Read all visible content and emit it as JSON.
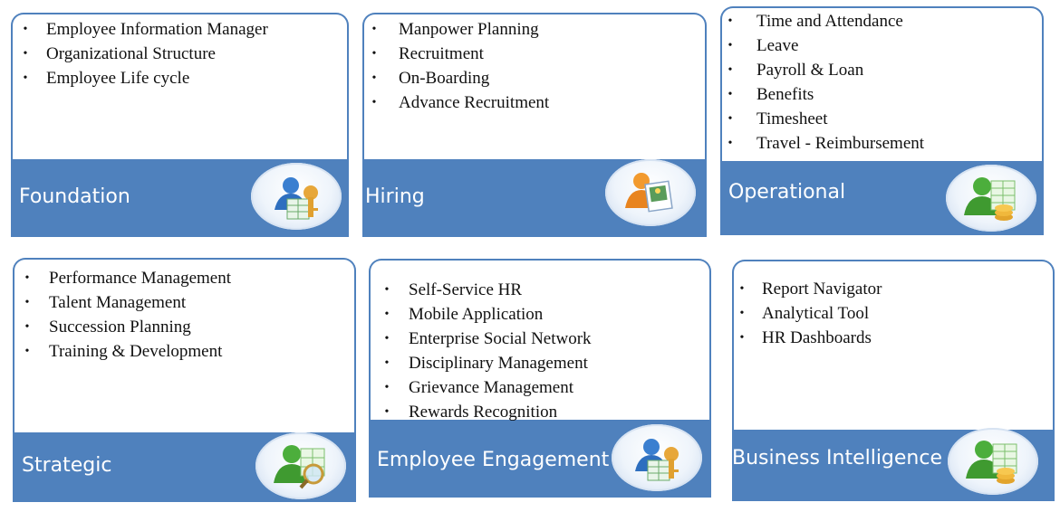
{
  "modules": [
    {
      "title": "Foundation",
      "icon": "user-key-icon",
      "items": [
        "Employee Information Manager",
        "Organizational Structure",
        "Employee Life cycle"
      ]
    },
    {
      "title": "Hiring",
      "icon": "user-photo-icon",
      "items": [
        "Manpower Planning",
        "Recruitment",
        "On-Boarding",
        "Advance Recruitment"
      ]
    },
    {
      "title": "Operational",
      "icon": "user-coins-icon",
      "items": [
        "Time and Attendance",
        "Leave",
        "Payroll & Loan",
        "Benefits",
        "Timesheet",
        "Travel - Reimbursement"
      ]
    },
    {
      "title": "Strategic",
      "icon": "user-magnifier-icon",
      "items": [
        "Performance Management",
        "Talent Management",
        "Succession Planning",
        "Training & Development"
      ]
    },
    {
      "title": "Employee Engagement",
      "icon": "user-key-icon",
      "items": [
        "Self-Service HR",
        "Mobile Application",
        "Enterprise Social Network",
        "Disciplinary Management",
        "Grievance Management",
        "Rewards Recognition"
      ]
    },
    {
      "title": "Business Intelligence",
      "icon": "user-coins-icon",
      "items": [
        "Report Navigator",
        "Analytical Tool",
        "HR Dashboards"
      ]
    }
  ],
  "bullet": "•",
  "colors": {
    "band": "#4f81bd",
    "border": "#4f81bd",
    "label": "#ffffff",
    "text": "#111111"
  }
}
